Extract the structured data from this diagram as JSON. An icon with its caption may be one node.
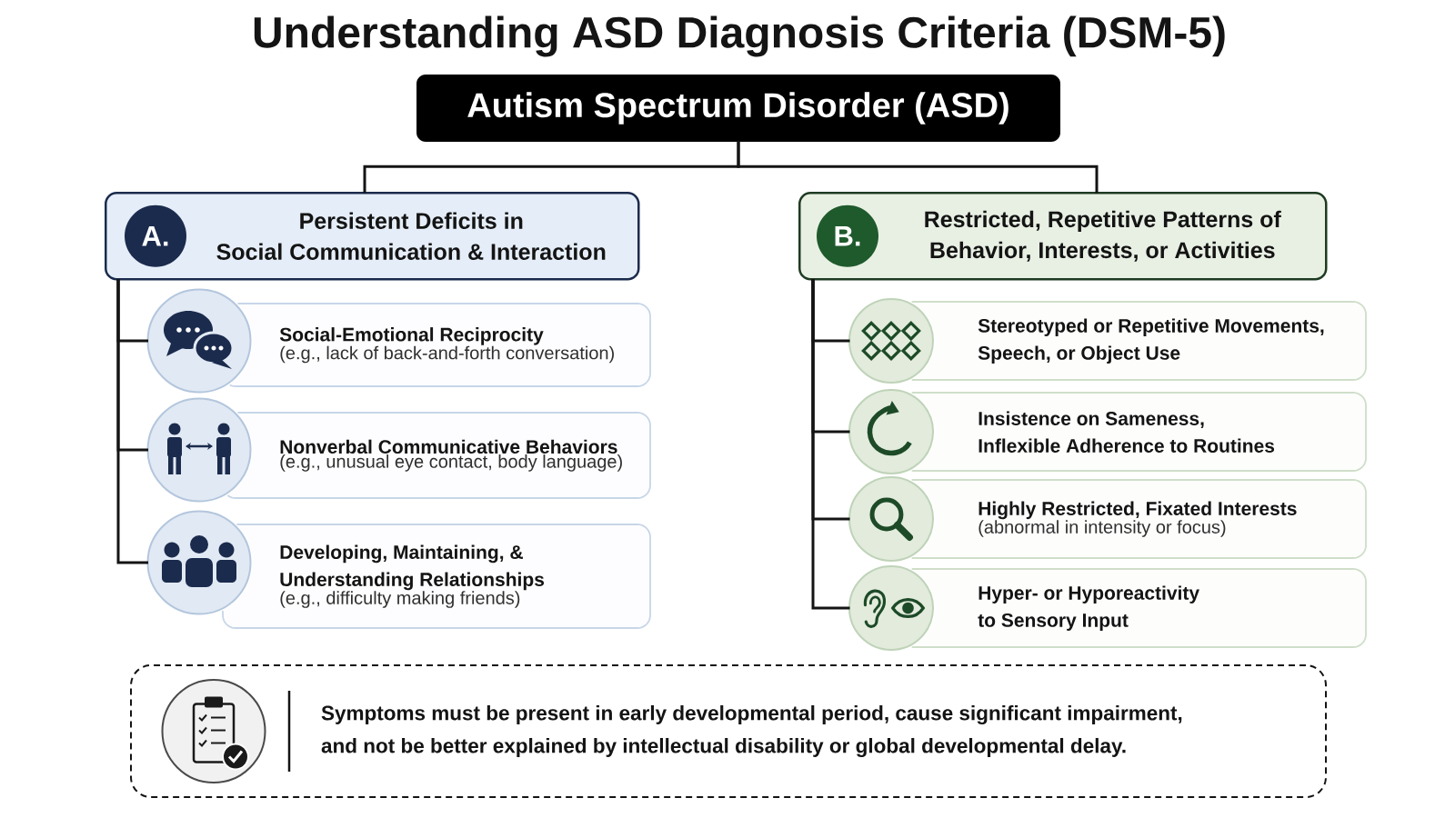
{
  "diagram": {
    "title": "Understanding ASD Diagnosis Criteria (DSM-5)",
    "nodes": [
      {
        "text": [
          "Autism Spectrum Disorder (ASD)"
        ]
      },
      {
        "text": [
          "Persistent Deficits in Social Communication & Interaction"
        ]
      },
      {
        "text": [
          "A."
        ],
        "in": 1
      },
      {
        "text": [
          "Restricted, Repetitive Patterns of Behavior, Interests, or Activities"
        ]
      },
      {
        "text": [
          "B."
        ],
        "in": 3
      },
      {
        "text": [],
        "shape": "circle"
      },
      {
        "text": [
          "Social-Emotional Reciprocity",
          "(e.g., lack of back-and-forth conversation)"
        ]
      },
      {
        "text": [],
        "shape": "circle"
      },
      {
        "text": [
          "Nonverbal Communicative Behaviors",
          "(e.g., unusual eye contact, body language)"
        ]
      },
      {
        "text": [],
        "shape": "circle"
      },
      {
        "text": [
          "Developing, Maintaining, & Understanding Relationships",
          "(e.g., difficulty making friends)"
        ]
      },
      {
        "text": [],
        "shape": "circle"
      },
      {
        "text": [
          "Stereotyped or Repetitive Movements, Speech, or Object Use"
        ]
      },
      {
        "text": [],
        "shape": "circle"
      },
      {
        "text": [
          "Insistence on Sameness, Inflexible Adherence to Routines"
        ]
      },
      {
        "text": [],
        "shape": "circle"
      },
      {
        "text": [
          "Highly Restricted, Fixated Interests",
          "(abnormal in intensity or focus)"
        ]
      },
      {
        "text": [],
        "shape": "circle"
      },
      {
        "text": [
          "Hyper- or Hyporeactivity to Sensory Input"
        ]
      },
      {
        "text": [
          "Symptoms must be present in early developmental period, cause significant impairment, and not be better explained by intellectual disability or global developmental delay."
        ]
      },
      {
        "text": [],
        "shape": "circle",
        "in": 19
      }
    ],
    "edges": [
      {
        "from": 0,
        "to": 1,
        "arrow": "none"
      },
      {
        "from": 0,
        "to": 3,
        "arrow": "none"
      },
      {
        "from": 1,
        "to": 5,
        "arrow": "none"
      },
      {
        "from": 1,
        "to": 7,
        "arrow": "none"
      },
      {
        "from": 1,
        "to": 9,
        "arrow": "none"
      },
      {
        "from": 3,
        "to": 11,
        "arrow": "none"
      },
      {
        "from": 3,
        "to": 13,
        "arrow": "none"
      },
      {
        "from": 3,
        "to": 15,
        "arrow": "none"
      },
      {
        "from": 3,
        "to": 17,
        "arrow": "none"
      }
    ]
  }
}
